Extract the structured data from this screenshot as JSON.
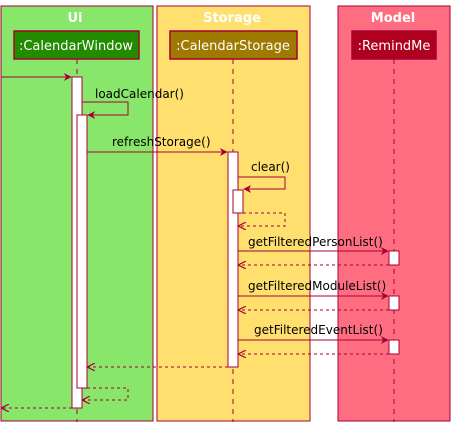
{
  "colors": {
    "ui_box": "#88E66B",
    "storage_box": "#FFE06E",
    "model_box": "#FF6E80",
    "ui_participant": "#228B00",
    "storage_participant": "#9E7A00",
    "model_participant": "#B00020",
    "arrow": "#A80036",
    "activation_fill": "#FFFFFF"
  },
  "boxes": {
    "ui": "Ui",
    "storage": "Storage",
    "model": "Model"
  },
  "participants": {
    "calendar_window": ":CalendarWindow",
    "calendar_storage": ":CalendarStorage",
    "remind_me": ":RemindMe"
  },
  "messages": {
    "load_calendar": "loadCalendar()",
    "refresh_storage": "refreshStorage()",
    "clear": "clear()",
    "get_filtered_person_list": "getFilteredPersonList()",
    "get_filtered_module_list": "getFilteredModuleList()",
    "get_filtered_event_list": "getFilteredEventList()"
  }
}
